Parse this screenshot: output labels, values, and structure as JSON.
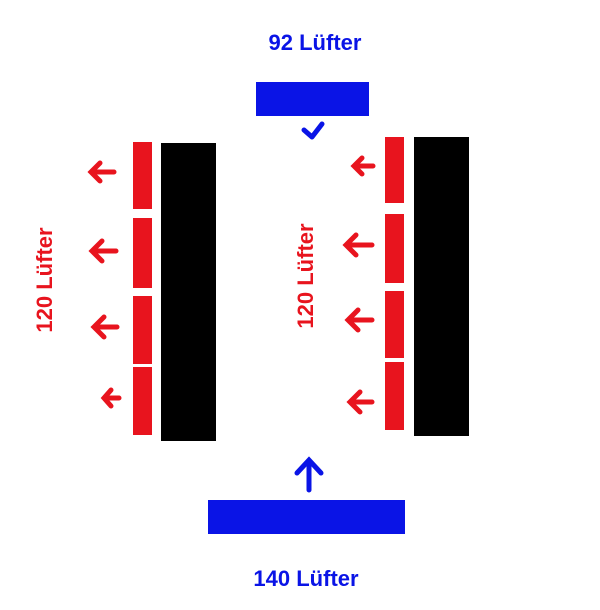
{
  "labels": {
    "top_fan": "92 Lüfter",
    "bottom_fan": "140 Lüfter",
    "left_fans": "120 Lüfter",
    "right_fans": "120 Lüfter"
  },
  "colors": {
    "intake": "#0a14e6",
    "exhaust": "#e8141e",
    "radiator": "#000000",
    "background": "#ffffff"
  }
}
